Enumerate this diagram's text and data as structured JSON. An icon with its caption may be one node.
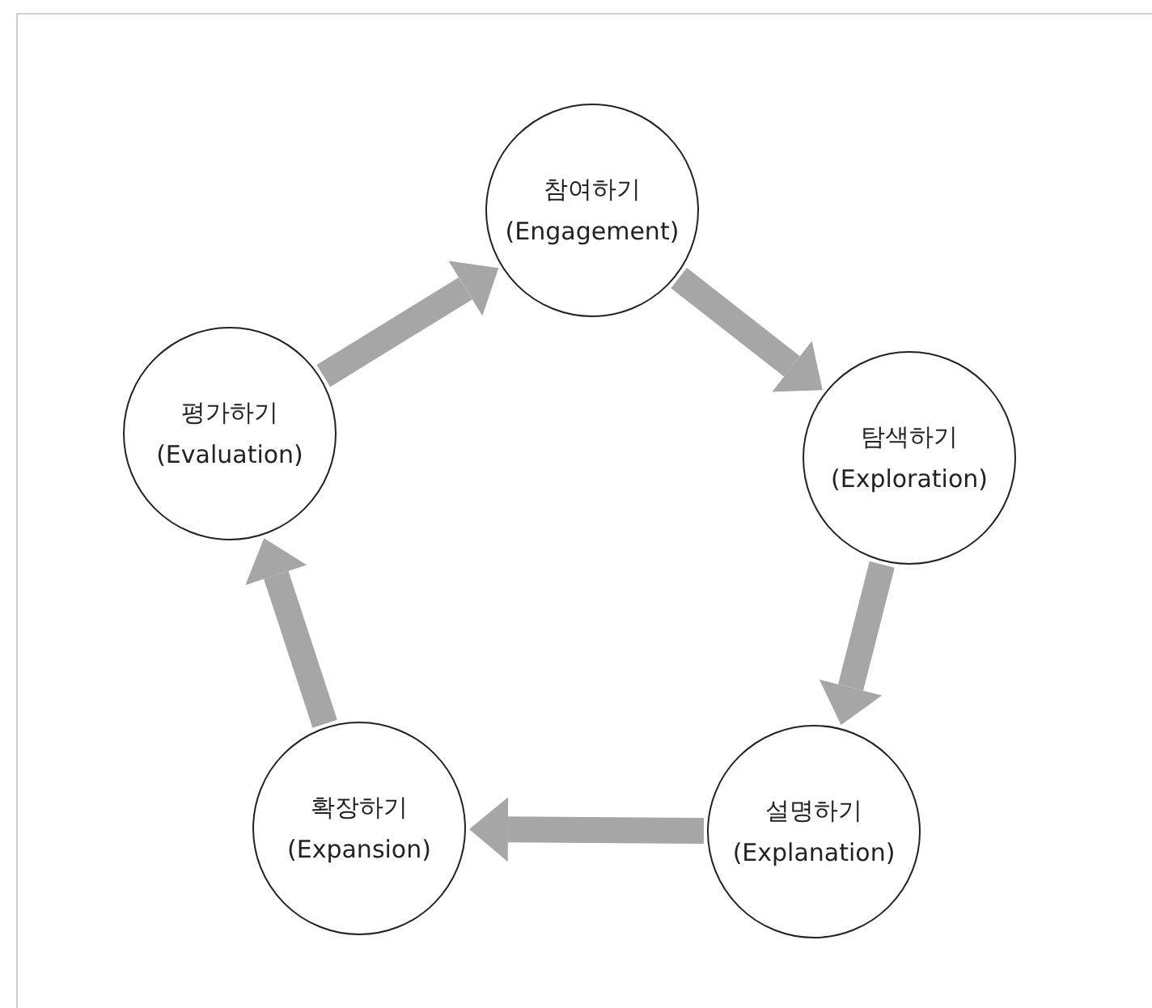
{
  "diagram": {
    "nodes": [
      {
        "text": [
          "참여하기",
          "(Engagement)"
        ]
      },
      {
        "text": [
          "탐색하기",
          "(Exploration)"
        ]
      },
      {
        "text": [
          "설명하기",
          "(Explanation)"
        ]
      },
      {
        "text": [
          "확장하기",
          "(Expansion)"
        ]
      },
      {
        "text": [
          "평가하기",
          "(Evaluation)"
        ]
      }
    ],
    "edges": [
      {
        "from": 0,
        "to": 1,
        "arrow": "to"
      },
      {
        "from": 1,
        "to": 2,
        "arrow": "to"
      },
      {
        "from": 2,
        "to": 3,
        "arrow": "to"
      },
      {
        "from": 3,
        "to": 4,
        "arrow": "to"
      },
      {
        "from": 4,
        "to": 0,
        "arrow": "to"
      }
    ]
  }
}
